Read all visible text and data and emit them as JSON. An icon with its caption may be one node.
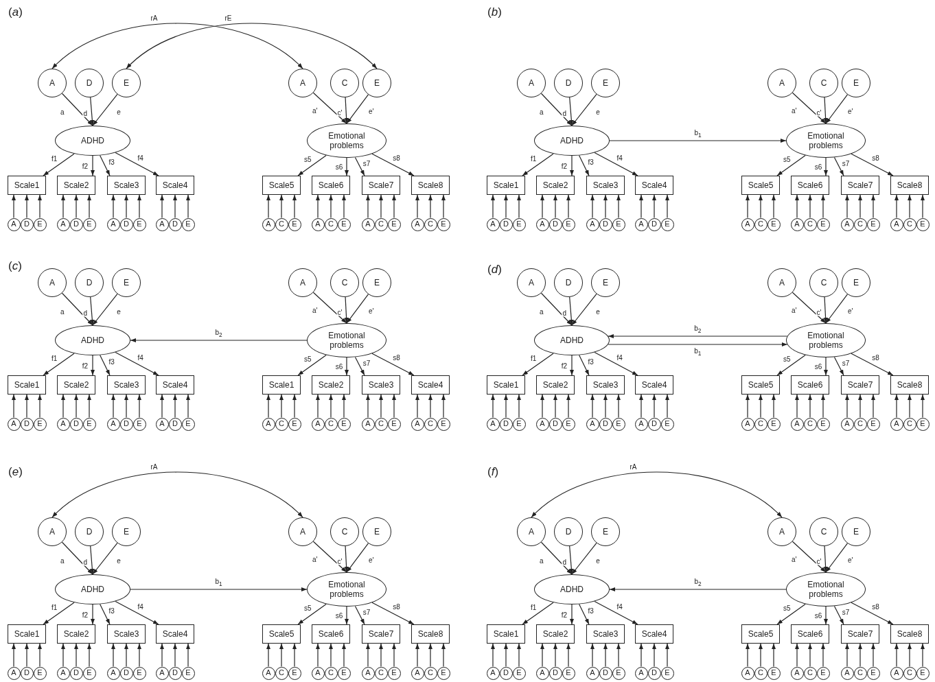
{
  "diagram": {
    "nodes": [
      {
        "text": [
          "A"
        ]
      },
      {
        "text": [
          "D"
        ]
      },
      {
        "text": [
          "E"
        ]
      },
      {
        "text": [
          "A"
        ]
      },
      {
        "text": [
          "C"
        ]
      },
      {
        "text": [
          "E"
        ]
      },
      {
        "text": [
          "ADHD"
        ]
      },
      {
        "text": [
          "Emotional problems"
        ]
      },
      {
        "text": [
          "Scale1"
        ]
      },
      {
        "text": [
          "Scale2"
        ]
      },
      {
        "text": [
          "Scale3"
        ]
      },
      {
        "text": [
          "Scale4"
        ]
      },
      {
        "text": [
          "Scale5"
        ]
      },
      {
        "text": [
          "Scale6"
        ]
      },
      {
        "text": [
          "Scale7"
        ]
      },
      {
        "text": [
          "Scale8"
        ]
      },
      {
        "text": [
          "A"
        ]
      },
      {
        "text": [
          "D"
        ]
      },
      {
        "text": [
          "E"
        ]
      },
      {
        "text": [
          "A"
        ]
      },
      {
        "text": [
          "D"
        ]
      },
      {
        "text": [
          "E"
        ]
      },
      {
        "text": [
          "A"
        ]
      },
      {
        "text": [
          "D"
        ]
      },
      {
        "text": [
          "E"
        ]
      },
      {
        "text": [
          "A"
        ]
      },
      {
        "text": [
          "D"
        ]
      },
      {
        "text": [
          "E"
        ]
      },
      {
        "text": [
          "A"
        ]
      },
      {
        "text": [
          "C"
        ]
      },
      {
        "text": [
          "E"
        ]
      },
      {
        "text": [
          "A"
        ]
      },
      {
        "text": [
          "C"
        ]
      },
      {
        "text": [
          "E"
        ]
      },
      {
        "text": [
          "A"
        ]
      },
      {
        "text": [
          "C"
        ]
      },
      {
        "text": [
          "E"
        ]
      },
      {
        "text": [
          "A"
        ]
      },
      {
        "text": [
          "C"
        ]
      },
      {
        "text": [
          "E"
        ]
      },
      {
        "text": [
          "A"
        ]
      },
      {
        "text": [
          "D"
        ]
      },
      {
        "text": [
          "E"
        ]
      },
      {
        "text": [
          "A"
        ]
      },
      {
        "text": [
          "C"
        ]
      },
      {
        "text": [
          "E"
        ]
      },
      {
        "text": [
          "ADHD"
        ]
      },
      {
        "text": [
          "Emotional problems"
        ]
      },
      {
        "text": [
          "Scale1"
        ]
      },
      {
        "text": [
          "Scale2"
        ]
      },
      {
        "text": [
          "Scale3"
        ]
      },
      {
        "text": [
          "Scale4"
        ]
      },
      {
        "text": [
          "Scale5"
        ]
      },
      {
        "text": [
          "Scale6"
        ]
      },
      {
        "text": [
          "Scale7"
        ]
      },
      {
        "text": [
          "Scale8"
        ]
      },
      {
        "text": [
          "A"
        ]
      },
      {
        "text": [
          "D"
        ]
      },
      {
        "text": [
          "E"
        ]
      },
      {
        "text": [
          "A"
        ]
      },
      {
        "text": [
          "D"
        ]
      },
      {
        "text": [
          "E"
        ]
      },
      {
        "text": [
          "A"
        ]
      },
      {
        "text": [
          "D"
        ]
      },
      {
        "text": [
          "E"
        ]
      },
      {
        "text": [
          "A"
        ]
      },
      {
        "text": [
          "D"
        ]
      },
      {
        "text": [
          "E"
        ]
      },
      {
        "text": [
          "A"
        ]
      },
      {
        "text": [
          "C"
        ]
      },
      {
        "text": [
          "E"
        ]
      },
      {
        "text": [
          "A"
        ]
      },
      {
        "text": [
          "C"
        ]
      },
      {
        "text": [
          "E"
        ]
      },
      {
        "text": [
          "A"
        ]
      },
      {
        "text": [
          "C"
        ]
      },
      {
        "text": [
          "E"
        ]
      },
      {
        "text": [
          "A"
        ]
      },
      {
        "text": [
          "C"
        ]
      },
      {
        "text": [
          "E"
        ]
      },
      {
        "text": [
          "A"
        ]
      },
      {
        "text": [
          "D"
        ]
      },
      {
        "text": [
          "E"
        ]
      },
      {
        "text": [
          "A"
        ]
      },
      {
        "text": [
          "C"
        ]
      },
      {
        "text": [
          "E"
        ]
      },
      {
        "text": [
          "ADHD"
        ]
      },
      {
        "text": [
          "Emotional problems"
        ]
      },
      {
        "text": [
          "Scale1"
        ]
      },
      {
        "text": [
          "Scale2"
        ]
      },
      {
        "text": [
          "Scale3"
        ]
      },
      {
        "text": [
          "Scale4"
        ]
      },
      {
        "text": [
          "Scale1"
        ]
      },
      {
        "text": [
          "Scale2"
        ]
      },
      {
        "text": [
          "Scale3"
        ]
      },
      {
        "text": [
          "Scale4"
        ]
      },
      {
        "text": [
          "A"
        ]
      },
      {
        "text": [
          "D"
        ]
      },
      {
        "text": [
          "E"
        ]
      },
      {
        "text": [
          "A"
        ]
      },
      {
        "text": [
          "D"
        ]
      },
      {
        "text": [
          "E"
        ]
      },
      {
        "text": [
          "A"
        ]
      },
      {
        "text": [
          "D"
        ]
      },
      {
        "text": [
          "E"
        ]
      },
      {
        "text": [
          "A"
        ]
      },
      {
        "text": [
          "D"
        ]
      },
      {
        "text": [
          "E"
        ]
      },
      {
        "text": [
          "A"
        ]
      },
      {
        "text": [
          "C"
        ]
      },
      {
        "text": [
          "E"
        ]
      },
      {
        "text": [
          "A"
        ]
      },
      {
        "text": [
          "C"
        ]
      },
      {
        "text": [
          "E"
        ]
      },
      {
        "text": [
          "A"
        ]
      },
      {
        "text": [
          "C"
        ]
      },
      {
        "text": [
          "E"
        ]
      },
      {
        "text": [
          "A"
        ]
      },
      {
        "text": [
          "C"
        ]
      },
      {
        "text": [
          "E"
        ]
      },
      {
        "text": [
          "A"
        ]
      },
      {
        "text": [
          "D"
        ]
      },
      {
        "text": [
          "E"
        ]
      },
      {
        "text": [
          "A"
        ]
      },
      {
        "text": [
          "C"
        ]
      },
      {
        "text": [
          "E"
        ]
      },
      {
        "text": [
          "ADHD"
        ]
      },
      {
        "text": [
          "Emotional problems"
        ]
      },
      {
        "text": [
          "Scale1"
        ]
      },
      {
        "text": [
          "Scale2"
        ]
      },
      {
        "text": [
          "Scale3"
        ]
      },
      {
        "text": [
          "Scale4"
        ]
      },
      {
        "text": [
          "Scale5"
        ]
      },
      {
        "text": [
          "Scale6"
        ]
      },
      {
        "text": [
          "Scale7"
        ]
      },
      {
        "text": [
          "Scale8"
        ]
      },
      {
        "text": [
          "A"
        ]
      },
      {
        "text": [
          "D"
        ]
      },
      {
        "text": [
          "E"
        ]
      },
      {
        "text": [
          "A"
        ]
      },
      {
        "text": [
          "D"
        ]
      },
      {
        "text": [
          "E"
        ]
      },
      {
        "text": [
          "A"
        ]
      },
      {
        "text": [
          "D"
        ]
      },
      {
        "text": [
          "E"
        ]
      },
      {
        "text": [
          "A"
        ]
      },
      {
        "text": [
          "D"
        ]
      },
      {
        "text": [
          "E"
        ]
      },
      {
        "text": [
          "A"
        ]
      },
      {
        "text": [
          "C"
        ]
      },
      {
        "text": [
          "E"
        ]
      },
      {
        "text": [
          "A"
        ]
      },
      {
        "text": [
          "C"
        ]
      },
      {
        "text": [
          "E"
        ]
      },
      {
        "text": [
          "A"
        ]
      },
      {
        "text": [
          "C"
        ]
      },
      {
        "text": [
          "E"
        ]
      },
      {
        "text": [
          "A"
        ]
      },
      {
        "text": [
          "C"
        ]
      },
      {
        "text": [
          "E"
        ]
      },
      {
        "text": [
          "A"
        ]
      },
      {
        "text": [
          "D"
        ]
      },
      {
        "text": [
          "E"
        ]
      },
      {
        "text": [
          "A"
        ]
      },
      {
        "text": [
          "C"
        ]
      },
      {
        "text": [
          "E"
        ]
      },
      {
        "text": [
          "ADHD"
        ]
      },
      {
        "text": [
          "Emotional problems"
        ]
      },
      {
        "text": [
          "Scale1"
        ]
      },
      {
        "text": [
          "Scale2"
        ]
      },
      {
        "text": [
          "Scale3"
        ]
      },
      {
        "text": [
          "Scale4"
        ]
      },
      {
        "text": [
          "Scale5"
        ]
      },
      {
        "text": [
          "Scale6"
        ]
      },
      {
        "text": [
          "Scale7"
        ]
      },
      {
        "text": [
          "Scale8"
        ]
      },
      {
        "text": [
          "A"
        ]
      },
      {
        "text": [
          "D"
        ]
      },
      {
        "text": [
          "E"
        ]
      },
      {
        "text": [
          "A"
        ]
      },
      {
        "text": [
          "D"
        ]
      },
      {
        "text": [
          "E"
        ]
      },
      {
        "text": [
          "A"
        ]
      },
      {
        "text": [
          "D"
        ]
      },
      {
        "text": [
          "E"
        ]
      },
      {
        "text": [
          "A"
        ]
      },
      {
        "text": [
          "D"
        ]
      },
      {
        "text": [
          "E"
        ]
      },
      {
        "text": [
          "A"
        ]
      },
      {
        "text": [
          "C"
        ]
      },
      {
        "text": [
          "E"
        ]
      },
      {
        "text": [
          "A"
        ]
      },
      {
        "text": [
          "C"
        ]
      },
      {
        "text": [
          "E"
        ]
      },
      {
        "text": [
          "A"
        ]
      },
      {
        "text": [
          "C"
        ]
      },
      {
        "text": [
          "E"
        ]
      },
      {
        "text": [
          "A"
        ]
      },
      {
        "text": [
          "C"
        ]
      },
      {
        "text": [
          "E"
        ]
      },
      {
        "text": [
          "A"
        ]
      },
      {
        "text": [
          "D"
        ]
      },
      {
        "text": [
          "E"
        ]
      },
      {
        "text": [
          "A"
        ]
      },
      {
        "text": [
          "C"
        ]
      },
      {
        "text": [
          "E"
        ]
      },
      {
        "text": [
          "ADHD"
        ]
      },
      {
        "text": [
          "Emotional problems"
        ]
      },
      {
        "text": [
          "Scale1"
        ]
      },
      {
        "text": [
          "Scale2"
        ]
      },
      {
        "text": [
          "Scale3"
        ]
      },
      {
        "text": [
          "Scale4"
        ]
      },
      {
        "text": [
          "Scale5"
        ]
      },
      {
        "text": [
          "Scale6"
        ]
      },
      {
        "text": [
          "Scale7"
        ]
      },
      {
        "text": [
          "Scale8"
        ]
      },
      {
        "text": [
          "A"
        ]
      },
      {
        "text": [
          "D"
        ]
      },
      {
        "text": [
          "E"
        ]
      },
      {
        "text": [
          "A"
        ]
      },
      {
        "text": [
          "D"
        ]
      },
      {
        "text": [
          "E"
        ]
      },
      {
        "text": [
          "A"
        ]
      },
      {
        "text": [
          "D"
        ]
      },
      {
        "text": [
          "E"
        ]
      },
      {
        "text": [
          "A"
        ]
      },
      {
        "text": [
          "D"
        ]
      },
      {
        "text": [
          "E"
        ]
      },
      {
        "text": [
          "A"
        ]
      },
      {
        "text": [
          "C"
        ]
      },
      {
        "text": [
          "E"
        ]
      },
      {
        "text": [
          "A"
        ]
      },
      {
        "text": [
          "C"
        ]
      },
      {
        "text": [
          "E"
        ]
      },
      {
        "text": [
          "A"
        ]
      },
      {
        "text": [
          "C"
        ]
      },
      {
        "text": [
          "E"
        ]
      },
      {
        "text": [
          "A"
        ]
      },
      {
        "text": [
          "C"
        ]
      },
      {
        "text": [
          "E"
        ]
      }
    ],
    "edges": [
      {
        "from": 0,
        "to": 3,
        "arrow": "both",
        "label": "rA"
      },
      {
        "from": 2,
        "to": 5,
        "arrow": "both",
        "label": "rE"
      },
      {
        "from": 0,
        "to": 6,
        "arrow": "to",
        "label": "a"
      },
      {
        "from": 1,
        "to": 6,
        "arrow": "to",
        "label": "d"
      },
      {
        "from": 2,
        "to": 6,
        "arrow": "to",
        "label": "e"
      },
      {
        "from": 3,
        "to": 7,
        "arrow": "to",
        "label": "a'"
      },
      {
        "from": 4,
        "to": 7,
        "arrow": "to",
        "label": "c'"
      },
      {
        "from": 5,
        "to": 7,
        "arrow": "to",
        "label": "e'"
      },
      {
        "from": 6,
        "to": 8,
        "arrow": "to",
        "label": "f1"
      },
      {
        "from": 6,
        "to": 9,
        "arrow": "to",
        "label": "f2"
      },
      {
        "from": 6,
        "to": 10,
        "arrow": "to",
        "label": "f3"
      },
      {
        "from": 6,
        "to": 11,
        "arrow": "to",
        "label": "f4"
      },
      {
        "from": 7,
        "to": 12,
        "arrow": "to",
        "label": "s5"
      },
      {
        "from": 7,
        "to": 13,
        "arrow": "to",
        "label": "s6"
      },
      {
        "from": 7,
        "to": 14,
        "arrow": "to",
        "label": "s7"
      },
      {
        "from": 7,
        "to": 15,
        "arrow": "to",
        "label": "s8"
      },
      {
        "from": 16,
        "to": 8,
        "arrow": "to"
      },
      {
        "from": 17,
        "to": 8,
        "arrow": "to"
      },
      {
        "from": 18,
        "to": 8,
        "arrow": "to"
      },
      {
        "from": 19,
        "to": 9,
        "arrow": "to"
      },
      {
        "from": 20,
        "to": 9,
        "arrow": "to"
      },
      {
        "from": 21,
        "to": 9,
        "arrow": "to"
      },
      {
        "from": 22,
        "to": 10,
        "arrow": "to"
      },
      {
        "from": 23,
        "to": 10,
        "arrow": "to"
      },
      {
        "from": 24,
        "to": 10,
        "arrow": "to"
      },
      {
        "from": 25,
        "to": 11,
        "arrow": "to"
      },
      {
        "from": 26,
        "to": 11,
        "arrow": "to"
      },
      {
        "from": 27,
        "to": 11,
        "arrow": "to"
      },
      {
        "from": 28,
        "to": 12,
        "arrow": "to"
      },
      {
        "from": 29,
        "to": 12,
        "arrow": "to"
      },
      {
        "from": 30,
        "to": 12,
        "arrow": "to"
      },
      {
        "from": 31,
        "to": 13,
        "arrow": "to"
      },
      {
        "from": 32,
        "to": 13,
        "arrow": "to"
      },
      {
        "from": 33,
        "to": 13,
        "arrow": "to"
      },
      {
        "from": 34,
        "to": 14,
        "arrow": "to"
      },
      {
        "from": 35,
        "to": 14,
        "arrow": "to"
      },
      {
        "from": 36,
        "to": 14,
        "arrow": "to"
      },
      {
        "from": 37,
        "to": 15,
        "arrow": "to"
      },
      {
        "from": 38,
        "to": 15,
        "arrow": "to"
      },
      {
        "from": 39,
        "to": 15,
        "arrow": "to"
      },
      {
        "from": 40,
        "to": 46,
        "arrow": "to",
        "label": "a"
      },
      {
        "from": 41,
        "to": 46,
        "arrow": "to",
        "label": "d"
      },
      {
        "from": 42,
        "to": 46,
        "arrow": "to",
        "label": "e"
      },
      {
        "from": 43,
        "to": 47,
        "arrow": "to",
        "label": "a'"
      },
      {
        "from": 44,
        "to": 47,
        "arrow": "to",
        "label": "c'"
      },
      {
        "from": 45,
        "to": 47,
        "arrow": "to",
        "label": "e'"
      },
      {
        "from": 46,
        "to": 47,
        "arrow": "to",
        "label": "b$_{1}$"
      },
      {
        "from": 46,
        "to": 48,
        "arrow": "to",
        "label": "f1"
      },
      {
        "from": 46,
        "to": 49,
        "arrow": "to",
        "label": "f2"
      },
      {
        "from": 46,
        "to": 50,
        "arrow": "to",
        "label": "f3"
      },
      {
        "from": 46,
        "to": 51,
        "arrow": "to",
        "label": "f4"
      },
      {
        "from": 47,
        "to": 52,
        "arrow": "to",
        "label": "s5"
      },
      {
        "from": 47,
        "to": 53,
        "arrow": "to",
        "label": "s6"
      },
      {
        "from": 47,
        "to": 54,
        "arrow": "to",
        "label": "s7"
      },
      {
        "from": 47,
        "to": 55,
        "arrow": "to",
        "label": "s8"
      },
      {
        "from": 56,
        "to": 48,
        "arrow": "to"
      },
      {
        "from": 57,
        "to": 48,
        "arrow": "to"
      },
      {
        "from": 58,
        "to": 48,
        "arrow": "to"
      },
      {
        "from": 59,
        "to": 49,
        "arrow": "to"
      },
      {
        "from": 60,
        "to": 49,
        "arrow": "to"
      },
      {
        "from": 61,
        "to": 49,
        "arrow": "to"
      },
      {
        "from": 62,
        "to": 50,
        "arrow": "to"
      },
      {
        "from": 63,
        "to": 50,
        "arrow": "to"
      },
      {
        "from": 64,
        "to": 50,
        "arrow": "to"
      },
      {
        "from": 65,
        "to": 51,
        "arrow": "to"
      },
      {
        "from": 66,
        "to": 51,
        "arrow": "to"
      },
      {
        "from": 67,
        "to": 51,
        "arrow": "to"
      },
      {
        "from": 68,
        "to": 52,
        "arrow": "to"
      },
      {
        "from": 69,
        "to": 52,
        "arrow": "to"
      },
      {
        "from": 70,
        "to": 52,
        "arrow": "to"
      },
      {
        "from": 71,
        "to": 53,
        "arrow": "to"
      },
      {
        "from": 72,
        "to": 53,
        "arrow": "to"
      },
      {
        "from": 73,
        "to": 53,
        "arrow": "to"
      },
      {
        "from": 74,
        "to": 54,
        "arrow": "to"
      },
      {
        "from": 75,
        "to": 54,
        "arrow": "to"
      },
      {
        "from": 76,
        "to": 54,
        "arrow": "to"
      },
      {
        "from": 77,
        "to": 55,
        "arrow": "to"
      },
      {
        "from": 78,
        "to": 55,
        "arrow": "to"
      },
      {
        "from": 79,
        "to": 55,
        "arrow": "to"
      },
      {
        "from": 80,
        "to": 86,
        "arrow": "to",
        "label": "a"
      },
      {
        "from": 81,
        "to": 86,
        "arrow": "to",
        "label": "d"
      },
      {
        "from": 82,
        "to": 86,
        "arrow": "to",
        "label": "e"
      },
      {
        "from": 83,
        "to": 87,
        "arrow": "to",
        "label": "a'"
      },
      {
        "from": 84,
        "to": 87,
        "arrow": "to",
        "label": "c'"
      },
      {
        "from": 85,
        "to": 87,
        "arrow": "to",
        "label": "e'"
      },
      {
        "from": 87,
        "to": 86,
        "arrow": "to",
        "label": "b$_{2}$"
      },
      {
        "from": 86,
        "to": 88,
        "arrow": "to",
        "label": "f1"
      },
      {
        "from": 86,
        "to": 89,
        "arrow": "to",
        "label": "f2"
      },
      {
        "from": 86,
        "to": 90,
        "arrow": "to",
        "label": "f3"
      },
      {
        "from": 86,
        "to": 91,
        "arrow": "to",
        "label": "f4"
      },
      {
        "from": 87,
        "to": 92,
        "arrow": "to",
        "label": "s5"
      },
      {
        "from": 87,
        "to": 93,
        "arrow": "to",
        "label": "s6"
      },
      {
        "from": 87,
        "to": 94,
        "arrow": "to",
        "label": "s7"
      },
      {
        "from": 87,
        "to": 95,
        "arrow": "to",
        "label": "s8"
      },
      {
        "from": 96,
        "to": 88,
        "arrow": "to"
      },
      {
        "from": 97,
        "to": 88,
        "arrow": "to"
      },
      {
        "from": 98,
        "to": 88,
        "arrow": "to"
      },
      {
        "from": 99,
        "to": 89,
        "arrow": "to"
      },
      {
        "from": 100,
        "to": 89,
        "arrow": "to"
      },
      {
        "from": 101,
        "to": 89,
        "arrow": "to"
      },
      {
        "from": 102,
        "to": 90,
        "arrow": "to"
      },
      {
        "from": 103,
        "to": 90,
        "arrow": "to"
      },
      {
        "from": 104,
        "to": 90,
        "arrow": "to"
      },
      {
        "from": 105,
        "to": 91,
        "arrow": "to"
      },
      {
        "from": 106,
        "to": 91,
        "arrow": "to"
      },
      {
        "from": 107,
        "to": 91,
        "arrow": "to"
      },
      {
        "from": 108,
        "to": 92,
        "arrow": "to"
      },
      {
        "from": 109,
        "to": 92,
        "arrow": "to"
      },
      {
        "from": 110,
        "to": 92,
        "arrow": "to"
      },
      {
        "from": 111,
        "to": 93,
        "arrow": "to"
      },
      {
        "from": 112,
        "to": 93,
        "arrow": "to"
      },
      {
        "from": 113,
        "to": 93,
        "arrow": "to"
      },
      {
        "from": 114,
        "to": 94,
        "arrow": "to"
      },
      {
        "from": 115,
        "to": 94,
        "arrow": "to"
      },
      {
        "from": 116,
        "to": 94,
        "arrow": "to"
      },
      {
        "from": 117,
        "to": 95,
        "arrow": "to"
      },
      {
        "from": 118,
        "to": 95,
        "arrow": "to"
      },
      {
        "from": 119,
        "to": 95,
        "arrow": "to"
      },
      {
        "from": 120,
        "to": 126,
        "arrow": "to",
        "label": "a"
      },
      {
        "from": 121,
        "to": 126,
        "arrow": "to",
        "label": "d"
      },
      {
        "from": 122,
        "to": 126,
        "arrow": "to",
        "label": "e"
      },
      {
        "from": 123,
        "to": 127,
        "arrow": "to",
        "label": "a'"
      },
      {
        "from": 124,
        "to": 127,
        "arrow": "to",
        "label": "c'"
      },
      {
        "from": 125,
        "to": 127,
        "arrow": "to",
        "label": "e'"
      },
      {
        "from": 127,
        "to": 126,
        "arrow": "to",
        "label": "b$_{2}$"
      },
      {
        "from": 126,
        "to": 127,
        "arrow": "to",
        "label": "b$_{1}$"
      },
      {
        "from": 126,
        "to": 128,
        "arrow": "to",
        "label": "f1"
      },
      {
        "from": 126,
        "to": 129,
        "arrow": "to",
        "label": "f2"
      },
      {
        "from": 126,
        "to": 130,
        "arrow": "to",
        "label": "f3"
      },
      {
        "from": 126,
        "to": 131,
        "arrow": "to",
        "label": "f4"
      },
      {
        "from": 127,
        "to": 132,
        "arrow": "to",
        "label": "s5"
      },
      {
        "from": 127,
        "to": 133,
        "arrow": "to",
        "label": "s6"
      },
      {
        "from": 127,
        "to": 134,
        "arrow": "to",
        "label": "s7"
      },
      {
        "from": 127,
        "to": 135,
        "arrow": "to",
        "label": "s8"
      },
      {
        "from": 136,
        "to": 128,
        "arrow": "to"
      },
      {
        "from": 137,
        "to": 128,
        "arrow": "to"
      },
      {
        "from": 138,
        "to": 128,
        "arrow": "to"
      },
      {
        "from": 139,
        "to": 129,
        "arrow": "to"
      },
      {
        "from": 140,
        "to": 129,
        "arrow": "to"
      },
      {
        "from": 141,
        "to": 129,
        "arrow": "to"
      },
      {
        "from": 142,
        "to": 130,
        "arrow": "to"
      },
      {
        "from": 143,
        "to": 130,
        "arrow": "to"
      },
      {
        "from": 144,
        "to": 130,
        "arrow": "to"
      },
      {
        "from": 145,
        "to": 131,
        "arrow": "to"
      },
      {
        "from": 146,
        "to": 131,
        "arrow": "to"
      },
      {
        "from": 147,
        "to": 131,
        "arrow": "to"
      },
      {
        "from": 148,
        "to": 132,
        "arrow": "to"
      },
      {
        "from": 149,
        "to": 132,
        "arrow": "to"
      },
      {
        "from": 150,
        "to": 132,
        "arrow": "to"
      },
      {
        "from": 151,
        "to": 133,
        "arrow": "to"
      },
      {
        "from": 152,
        "to": 133,
        "arrow": "to"
      },
      {
        "from": 153,
        "to": 133,
        "arrow": "to"
      },
      {
        "from": 154,
        "to": 134,
        "arrow": "to"
      },
      {
        "from": 155,
        "to": 134,
        "arrow": "to"
      },
      {
        "from": 156,
        "to": 134,
        "arrow": "to"
      },
      {
        "from": 157,
        "to": 135,
        "arrow": "to"
      },
      {
        "from": 158,
        "to": 135,
        "arrow": "to"
      },
      {
        "from": 159,
        "to": 135,
        "arrow": "to"
      },
      {
        "from": 160,
        "to": 163,
        "arrow": "both",
        "label": "rA"
      },
      {
        "from": 160,
        "to": 166,
        "arrow": "to",
        "label": "a"
      },
      {
        "from": 161,
        "to": 166,
        "arrow": "to",
        "label": "d"
      },
      {
        "from": 162,
        "to": 166,
        "arrow": "to",
        "label": "e"
      },
      {
        "from": 163,
        "to": 167,
        "arrow": "to",
        "label": "a'"
      },
      {
        "from": 164,
        "to": 167,
        "arrow": "to",
        "label": "c'"
      },
      {
        "from": 165,
        "to": 167,
        "arrow": "to",
        "label": "e'"
      },
      {
        "from": 166,
        "to": 167,
        "arrow": "to",
        "label": "b$_{1}$"
      },
      {
        "from": 166,
        "to": 168,
        "arrow": "to",
        "label": "f1"
      },
      {
        "from": 166,
        "to": 169,
        "arrow": "to",
        "label": "f2"
      },
      {
        "from": 166,
        "to": 170,
        "arrow": "to",
        "label": "f3"
      },
      {
        "from": 166,
        "to": 171,
        "arrow": "to",
        "label": "f4"
      },
      {
        "from": 167,
        "to": 172,
        "arrow": "to",
        "label": "s5"
      },
      {
        "from": 167,
        "to": 173,
        "arrow": "to",
        "label": "s6"
      },
      {
        "from": 167,
        "to": 174,
        "arrow": "to",
        "label": "s7"
      },
      {
        "from": 167,
        "to": 175,
        "arrow": "to",
        "label": "s8"
      },
      {
        "from": 176,
        "to": 168,
        "arrow": "to"
      },
      {
        "from": 177,
        "to": 168,
        "arrow": "to"
      },
      {
        "from": 178,
        "to": 168,
        "arrow": "to"
      },
      {
        "from": 179,
        "to": 169,
        "arrow": "to"
      },
      {
        "from": 180,
        "to": 169,
        "arrow": "to"
      },
      {
        "from": 181,
        "to": 169,
        "arrow": "to"
      },
      {
        "from": 182,
        "to": 170,
        "arrow": "to"
      },
      {
        "from": 183,
        "to": 170,
        "arrow": "to"
      },
      {
        "from": 184,
        "to": 170,
        "arrow": "to"
      },
      {
        "from": 185,
        "to": 171,
        "arrow": "to"
      },
      {
        "from": 186,
        "to": 171,
        "arrow": "to"
      },
      {
        "from": 187,
        "to": 171,
        "arrow": "to"
      },
      {
        "from": 188,
        "to": 172,
        "arrow": "to"
      },
      {
        "from": 189,
        "to": 172,
        "arrow": "to"
      },
      {
        "from": 190,
        "to": 172,
        "arrow": "to"
      },
      {
        "from": 191,
        "to": 173,
        "arrow": "to"
      },
      {
        "from": 192,
        "to": 173,
        "arrow": "to"
      },
      {
        "from": 193,
        "to": 173,
        "arrow": "to"
      },
      {
        "from": 194,
        "to": 174,
        "arrow": "to"
      },
      {
        "from": 195,
        "to": 174,
        "arrow": "to"
      },
      {
        "from": 196,
        "to": 174,
        "arrow": "to"
      },
      {
        "from": 197,
        "to": 175,
        "arrow": "to"
      },
      {
        "from": 198,
        "to": 175,
        "arrow": "to"
      },
      {
        "from": 199,
        "to": 175,
        "arrow": "to"
      },
      {
        "from": 200,
        "to": 203,
        "arrow": "both",
        "label": "rA"
      },
      {
        "from": 200,
        "to": 206,
        "arrow": "to",
        "label": "a"
      },
      {
        "from": 201,
        "to": 206,
        "arrow": "to",
        "label": "d"
      },
      {
        "from": 202,
        "to": 206,
        "arrow": "to",
        "label": "e"
      },
      {
        "from": 203,
        "to": 207,
        "arrow": "to",
        "label": "a'"
      },
      {
        "from": 204,
        "to": 207,
        "arrow": "to",
        "label": "c'"
      },
      {
        "from": 205,
        "to": 207,
        "arrow": "to",
        "label": "e'"
      },
      {
        "from": 207,
        "to": 206,
        "arrow": "to",
        "label": "b$_{2}$"
      },
      {
        "from": 206,
        "to": 208,
        "arrow": "to",
        "label": "f1"
      },
      {
        "from": 206,
        "to": 209,
        "arrow": "to",
        "label": "f2"
      },
      {
        "from": 206,
        "to": 210,
        "arrow": "to",
        "label": "f3"
      },
      {
        "from": 206,
        "to": 211,
        "arrow": "to",
        "label": "f4"
      },
      {
        "from": 207,
        "to": 212,
        "arrow": "to",
        "label": "s5"
      },
      {
        "from": 207,
        "to": 213,
        "arrow": "to",
        "label": "s6"
      },
      {
        "from": 207,
        "to": 214,
        "arrow": "to",
        "label": "s7"
      },
      {
        "from": 207,
        "to": 215,
        "arrow": "to",
        "label": "s8"
      },
      {
        "from": 216,
        "to": 208,
        "arrow": "to"
      },
      {
        "from": 217,
        "to": 208,
        "arrow": "to"
      },
      {
        "from": 218,
        "to": 208,
        "arrow": "to"
      },
      {
        "from": 219,
        "to": 209,
        "arrow": "to"
      },
      {
        "from": 220,
        "to": 209,
        "arrow": "to"
      },
      {
        "from": 221,
        "to": 209,
        "arrow": "to"
      },
      {
        "from": 222,
        "to": 210,
        "arrow": "to"
      },
      {
        "from": 223,
        "to": 210,
        "arrow": "to"
      },
      {
        "from": 224,
        "to": 210,
        "arrow": "to"
      },
      {
        "from": 225,
        "to": 211,
        "arrow": "to"
      },
      {
        "from": 226,
        "to": 211,
        "arrow": "to"
      },
      {
        "from": 227,
        "to": 211,
        "arrow": "to"
      },
      {
        "from": 228,
        "to": 212,
        "arrow": "to"
      },
      {
        "from": 229,
        "to": 212,
        "arrow": "to"
      },
      {
        "from": 230,
        "to": 212,
        "arrow": "to"
      },
      {
        "from": 231,
        "to": 213,
        "arrow": "to"
      },
      {
        "from": 232,
        "to": 213,
        "arrow": "to"
      },
      {
        "from": 233,
        "to": 213,
        "arrow": "to"
      },
      {
        "from": 234,
        "to": 214,
        "arrow": "to"
      },
      {
        "from": 235,
        "to": 214,
        "arrow": "to"
      },
      {
        "from": 236,
        "to": 214,
        "arrow": "to"
      },
      {
        "from": 237,
        "to": 215,
        "arrow": "to"
      },
      {
        "from": 238,
        "to": 215,
        "arrow": "to"
      },
      {
        "from": 239,
        "to": 215,
        "arrow": "to"
      }
    ],
    "labels": [
      "(*a*)",
      "(*b*)",
      "(*c*)",
      "(*d*)",
      "(*e*)",
      "(*f*)"
    ]
  }
}
